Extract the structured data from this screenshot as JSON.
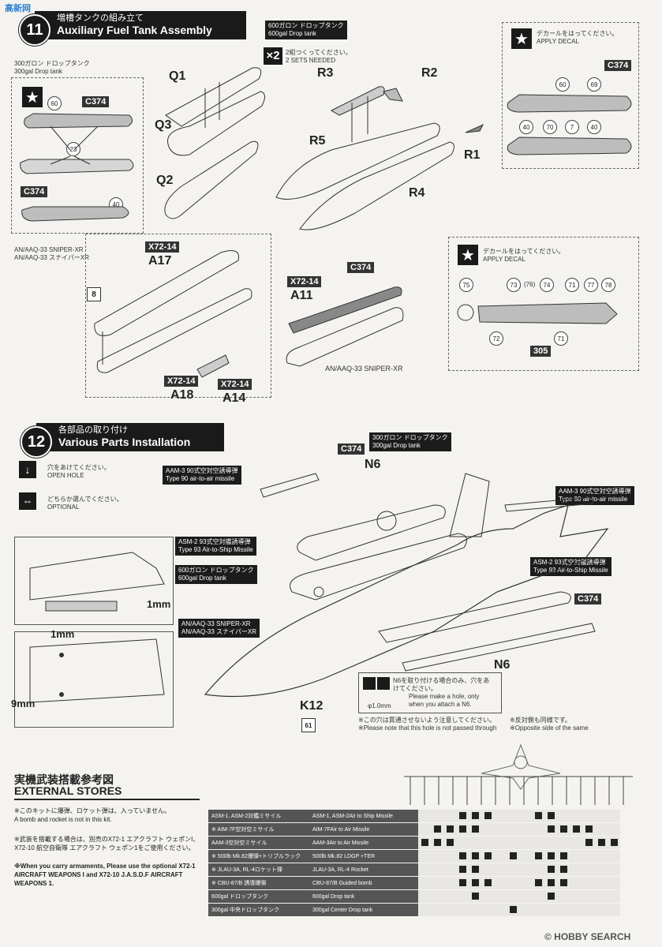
{
  "step11": {
    "number": "11",
    "title_jp": "増槽タンクの組み立て",
    "title_en": "Auxiliary Fuel Tank Assembly",
    "tank300_jp": "300ガロン ドロップタンク",
    "tank300_en": "300gal Drop tank",
    "tank600_jp": "600ガロン ドロップタンク",
    "tank600_en": "600gal Drop tank",
    "sets_mult": "×2",
    "sets_jp": "2組つくってください。",
    "sets_en": "2 SETS NEEDED",
    "parts_q": [
      "Q1",
      "Q3",
      "Q2"
    ],
    "parts_r": [
      "R3",
      "R2",
      "R5",
      "R1",
      "R4"
    ],
    "decal_jp": "デカールをはってください。",
    "decal_en": "APPLY DECAL",
    "decal_c374": "C374",
    "decal_nums_600": [
      "60",
      "69",
      "40",
      "70",
      "7",
      "40"
    ],
    "decal_nums_300": [
      "60",
      "23",
      "40"
    ],
    "sniper_label_en": "AN/AAQ-33 SNIPER-XR",
    "sniper_label_jp": "AN/AAQ-33 スナイパーXR",
    "sniper_parts": [
      "X72-14",
      "A17",
      "8",
      "X72-14",
      "A18",
      "X72-14",
      "A14",
      "C374",
      "X72-14",
      "A11"
    ],
    "sniper_caption": "AN/AAQ-33 SNIPER-XR",
    "sniper_decal_nums": [
      "75",
      "73",
      "(76)",
      "74",
      "71",
      "77",
      "78",
      "72",
      "71"
    ],
    "sniper_decal_305": "305"
  },
  "step12": {
    "number": "12",
    "title_jp": "各部品の取り付け",
    "title_en": "Various Parts Installation",
    "hole_jp": "穴をあけてください。",
    "hole_en": "OPEN HOLE",
    "optional_jp": "どちらか選んでください。",
    "optional_en": "OPTIONAL",
    "aam3_jp": "AAM-3 90式空対空誘導弾",
    "aam3_en": "Type 90 air-to-air missile",
    "asm2_jp": "ASM-2 93式空対艦誘導弾",
    "asm2_en": "Type 93 Air-to-Ship Missile",
    "tank600_jp": "600ガロン ドロップタンク",
    "tank600_en": "600gal Drop tank",
    "tank300_jp": "300ガロン ドロップタンク",
    "tank300_en": "300gal Drop tank",
    "sniper_en": "AN/AAQ-33 SNIPER-XR",
    "sniper_jp": "AN/AAQ-33 スナイパーXR",
    "c374": "C374",
    "n6": "N6",
    "k12": "K12",
    "k12_decal": "61",
    "dim_1mm_a": "1mm",
    "dim_1mm_b": "1mm",
    "dim_9mm": "9mm",
    "n6_note_jp": "N6を取り付ける場合のみ、穴をあけてください。",
    "n6_note_en": "Please make a hole, only when you attach a N6.",
    "n6_dia": "φ1.0mm",
    "not_through_jp": "※この穴は貫通させないよう注意してください。",
    "not_through_en": "※Please note that this hole is not passed through",
    "opposite_jp": "※反対側も同様です。",
    "opposite_en": "※Opposite side of the same"
  },
  "stores": {
    "title_jp": "実機武装搭載参考図",
    "title_en": "EXTERNAL STORES",
    "note1_jp": "※このキットに爆弾、ロケット弾は、入っていません。",
    "note1_en": "A bomb and rocket is not in this kit.",
    "note2_jp": "※武装を搭載する場合は、別売のX72-1 エアクラフト ウェポンI、X72-10 航空自衛隊 エアクラフト ウェポン1をご使用ください。",
    "note2_en": "※When you carry armaments, Please use the optional X72-1 AIRCRAFT WEAPONS I and X72-10 J.A.S.D.F AIRCRAFT WEAPONS 1.",
    "rows": [
      {
        "jp": "ASM-1, ASM-2対艦ミサイル",
        "en": "ASM-1, ASM-2Air to Ship Missile",
        "marks": [
          0,
          0,
          0,
          1,
          1,
          1,
          0,
          0,
          0,
          1,
          1,
          0,
          0,
          0,
          0,
          0
        ]
      },
      {
        "jp": "※ AIM-7F空対空ミサイル",
        "en": "AIM-7FAir to Air Missile",
        "marks": [
          0,
          1,
          1,
          1,
          1,
          0,
          0,
          0,
          0,
          0,
          1,
          1,
          1,
          1,
          0,
          0
        ]
      },
      {
        "jp": "AAM-3空対空ミサイル",
        "en": "AAM-3Air to Air Missile",
        "marks": [
          1,
          1,
          1,
          0,
          0,
          0,
          0,
          0,
          0,
          0,
          0,
          0,
          0,
          1,
          1,
          1
        ]
      },
      {
        "jp": "※ 500lb Mk.82爆弾+トリプルラック",
        "en": "500lb Mk.82 LDGP +TER",
        "marks": [
          0,
          0,
          0,
          1,
          1,
          1,
          0,
          1,
          0,
          1,
          1,
          1,
          0,
          0,
          0,
          0
        ]
      },
      {
        "jp": "※ JLAU-3A, RL-4ロケット弾",
        "en": "JLAU-3A, RL-4 Rocket",
        "marks": [
          0,
          0,
          0,
          1,
          1,
          0,
          0,
          0,
          0,
          0,
          1,
          1,
          0,
          0,
          0,
          0
        ]
      },
      {
        "jp": "※ CBU-87/B 誘導爆弾",
        "en": "CBU-87/B Guided bomb",
        "marks": [
          0,
          0,
          0,
          1,
          1,
          1,
          0,
          0,
          0,
          1,
          1,
          1,
          0,
          0,
          0,
          0
        ]
      },
      {
        "jp": "600gal ドロップタンク",
        "en": "600gal Drop tank",
        "marks": [
          0,
          0,
          0,
          0,
          1,
          0,
          0,
          0,
          0,
          0,
          1,
          0,
          0,
          0,
          0,
          0
        ]
      },
      {
        "jp": "300gal 中央ドロップタンク",
        "en": "300gal Center Drop tank",
        "marks": [
          0,
          0,
          0,
          0,
          0,
          0,
          0,
          1,
          0,
          0,
          0,
          0,
          0,
          0,
          0,
          0
        ]
      }
    ]
  },
  "watermark_tl": "高新网",
  "watermark_br": "© HOBBY SEARCH",
  "colors": {
    "dark": "#1a1a1a",
    "paper": "#f4f3ef",
    "tank": "#bdbdbd"
  }
}
